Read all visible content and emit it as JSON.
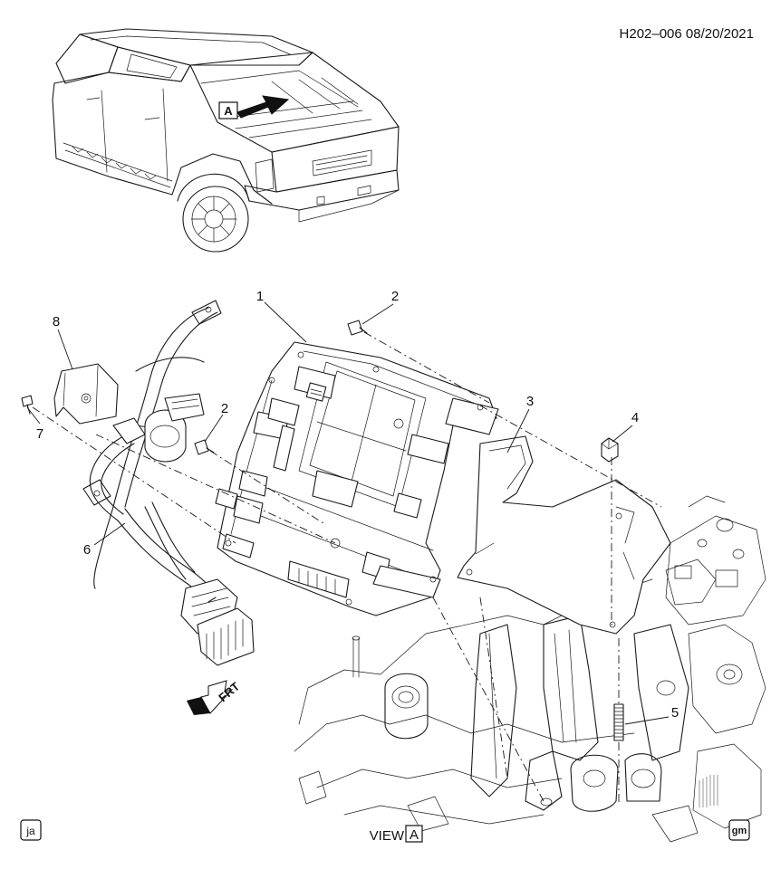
{
  "header": {
    "code": "H202–006  08/20/2021"
  },
  "view_marker": "A",
  "view_label": {
    "text": "VIEW",
    "box": "A"
  },
  "front_arrow": "FRT",
  "callouts": [
    {
      "id": "1",
      "part": "module"
    },
    {
      "id": "2",
      "part": "bolt"
    },
    {
      "id": "2b",
      "label": "2",
      "part": "bolt"
    },
    {
      "id": "3",
      "part": "shield"
    },
    {
      "id": "4",
      "part": "nut"
    },
    {
      "id": "5",
      "part": "stud"
    },
    {
      "id": "6",
      "part": "harness"
    },
    {
      "id": "7",
      "part": "bolt"
    },
    {
      "id": "8",
      "part": "bracket"
    }
  ],
  "footer": {
    "left_badge": "ja",
    "right_badge": "gm"
  }
}
